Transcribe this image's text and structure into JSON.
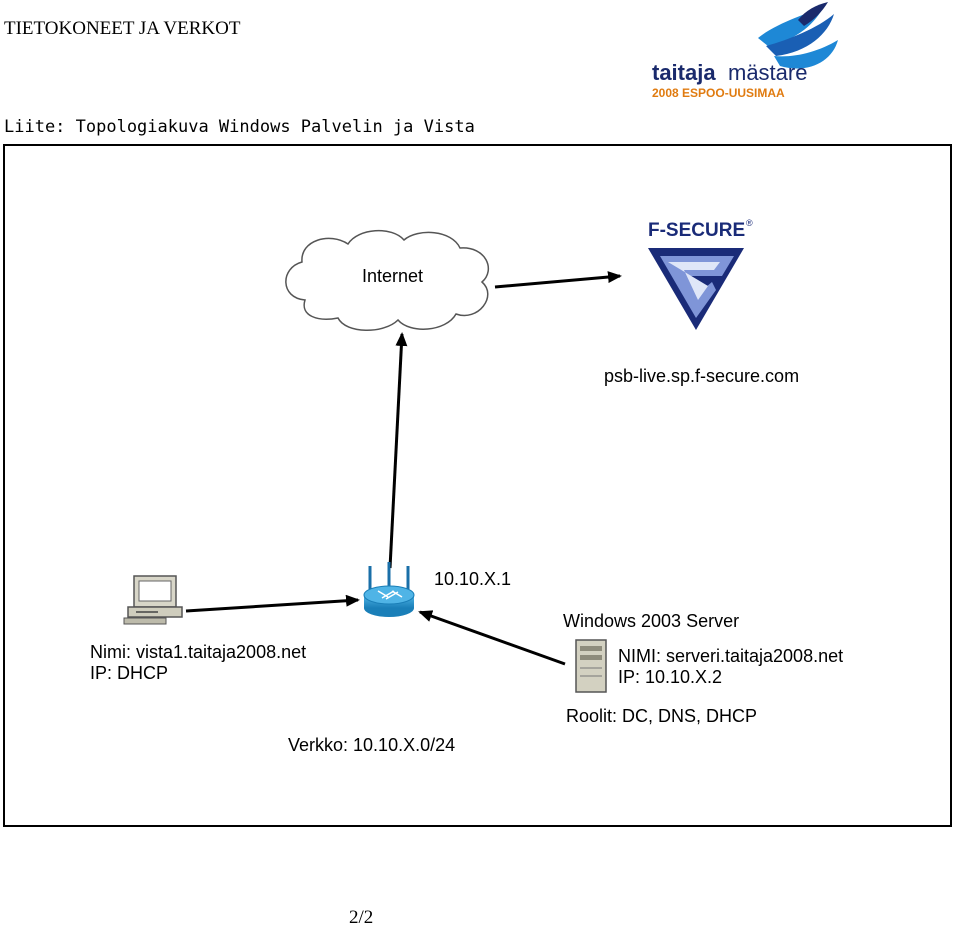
{
  "header": {
    "section_title": "TIETOKONEET JA VERKOT",
    "subtitle": "Liite: Topologiakuva Windows Palvelin ja Vista"
  },
  "logo": {
    "wordmark_bold": "taitaja",
    "wordmark_light": "mästare",
    "tagline": "2008 ESPOO-UUSIMAA",
    "colors": {
      "primary": "#1a2a6c",
      "accent": "#1e88d6",
      "tagline": "#e07b10"
    }
  },
  "diagram": {
    "cloud_label": "Internet",
    "fsecure": {
      "brand": "F-SECURE",
      "registered": "®",
      "host": "psb-live.sp.f-secure.com"
    },
    "router": {
      "ip": "10.10.X.1"
    },
    "client": {
      "name_line": "Nimi: vista1.taitaja2008.net",
      "ip_line": "IP: DHCP"
    },
    "server": {
      "title": "Windows 2003 Server",
      "name_line": "NIMI: serveri.taitaja2008.net",
      "ip_line": "IP: 10.10.X.2",
      "roles_line": "Roolit: DC, DNS, DHCP"
    },
    "network_line": "Verkko: 10.10.X.0/24"
  },
  "footer": {
    "page_number": "2/2"
  }
}
